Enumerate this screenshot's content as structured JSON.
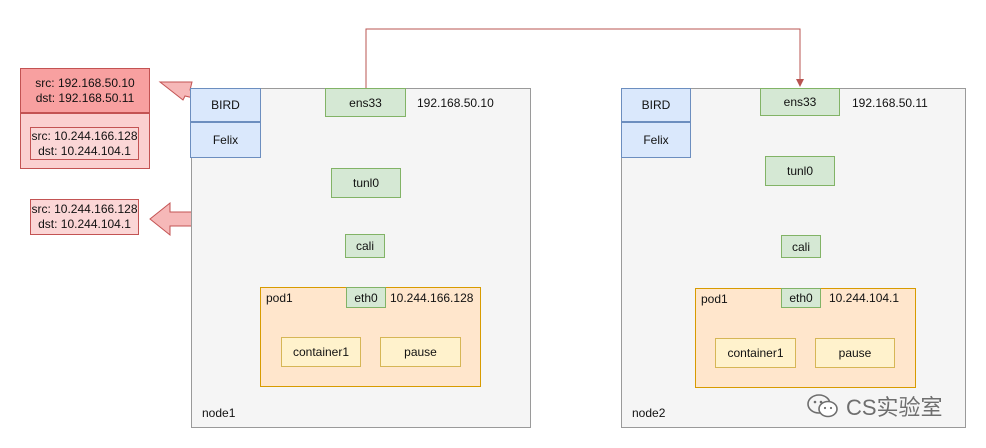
{
  "node1": {
    "label": "node1",
    "protocols": [
      "BIRD",
      "Felix"
    ],
    "ens": "ens33",
    "ens_ip": "192.168.50.10",
    "tunl": "tunl0",
    "cali": "cali",
    "pod": "pod1",
    "eth": "eth0",
    "pod_ip": "10.244.166.128",
    "containers": [
      "container1",
      "pause"
    ]
  },
  "node2": {
    "label": "node2",
    "protocols": [
      "BIRD",
      "Felix"
    ],
    "ens": "ens33",
    "ens_ip": "192.168.50.11",
    "tunl": "tunl0",
    "cali": "cali",
    "pod": "pod1",
    "eth": "eth0",
    "pod_ip": "10.244.104.1",
    "containers": [
      "container1",
      "pause"
    ]
  },
  "outer_packet": {
    "outer_src": "src: 192.168.50.10",
    "outer_dst": "dst: 192.168.50.11",
    "inner_src": "src: 10.244.166.128",
    "inner_dst": "dst: 10.244.104.1"
  },
  "inner_packet": {
    "src": "src: 10.244.166.128",
    "dst": "dst: 10.244.104.1"
  },
  "watermark": {
    "text": "CS实验室",
    "icon": "wechat-icon"
  },
  "colors": {
    "line": "#b85450",
    "node_fill": "#f5f5f5",
    "blue_fill": "#dae8fc",
    "green_fill": "#d5e8d4",
    "pod_fill": "#ffe6cc",
    "container_fill": "#fff2cc",
    "packet_fill": "#f8a0a0"
  }
}
